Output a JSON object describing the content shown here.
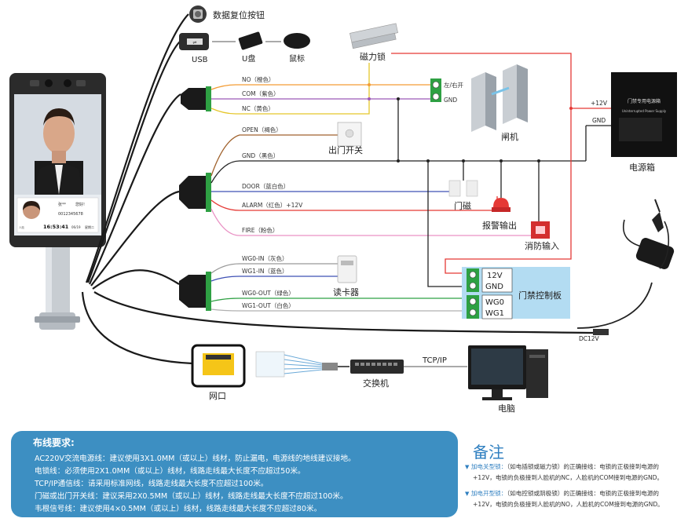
{
  "colors": {
    "orange": "#f39c34",
    "purple": "#9b59b6",
    "yellow": "#e5c62a",
    "brown": "#a0622d",
    "black": "#222222",
    "blue": "#3f51b5",
    "red": "#e53935",
    "pink": "#e991c4",
    "gray": "#999999",
    "green": "#2ea043",
    "white_wire": "#b0b0b0",
    "terminal": "#4caf50",
    "panel": "#b3dcf2",
    "accent": "#2f7fc0"
  },
  "device": {
    "name_label": "张**",
    "role_label": "您好!",
    "id_label": "0012345678",
    "time_label": "16:53:41",
    "date_label": "06/19",
    "day_label": "星期二",
    "tag_label": "人脸"
  },
  "peripherals": {
    "reset_button": "数据复位按钮",
    "usb": "USB",
    "udisk": "U盘",
    "mouse": "鼠标",
    "maglock": "磁力锁",
    "exit_switch": "出门开关",
    "door_sensor": "门磁",
    "alarm_output": "报警输出",
    "fire_input": "消防输入",
    "card_reader": "读卡器",
    "gate": "闸机",
    "power_box": "电源箱",
    "access_board": "门禁控制板",
    "network_port": "网口",
    "switch": "交换机",
    "computer": "电脑",
    "tcpip": "TCP/IP",
    "dc12v": "DC12V"
  },
  "gate_terminals": {
    "left_right": "左/右开",
    "gnd": "GND"
  },
  "power_terminals": {
    "plus12": "+12V",
    "gnd": "GND"
  },
  "power_panel": {
    "title": "门禁专用电源箱",
    "subtitle": "Uninterrupted Power Supply"
  },
  "board_terminals": {
    "t1": "12V",
    "t2": "GND",
    "t3": "WG0",
    "t4": "WG1"
  },
  "relay_wires": [
    {
      "label": "NO（橙色）",
      "color": "orange"
    },
    {
      "label": "COM（紫色）",
      "color": "purple"
    },
    {
      "label": "NC（黄色）",
      "color": "yellow"
    }
  ],
  "io_wires": [
    {
      "label": "OPEN（褐色）",
      "color": "brown"
    },
    {
      "label": "GND（黑色）",
      "color": "black"
    },
    {
      "label": "DOOR（蓝白色）",
      "color": "blue"
    },
    {
      "label": "ALARM（红色）+12V",
      "color": "red"
    },
    {
      "label": "FIRE（粉色）",
      "color": "pink"
    }
  ],
  "wg_wires": [
    {
      "label": "WG0-IN（灰色）",
      "color": "gray"
    },
    {
      "label": "WG1-IN（蓝色）",
      "color": "blue"
    },
    {
      "label": "WG0-OUT（绿色）",
      "color": "green"
    },
    {
      "label": "WG1-OUT（白色）",
      "color": "white_wire"
    }
  ],
  "wiring_requirements": {
    "title": "布线要求:",
    "lines": [
      "AC220V交流电源线：建议使用3X1.0MM（或以上）线材，防止漏电，电源线的地线建议接地。",
      "电锁线：必须使用2X1.0MM（或以上）线材，线路走线最大长度不应超过50米。",
      "TCP/IP通信线：请采用标准网线，线路走线最大长度不应超过100米。",
      "门磁或出门开关线：建议采用2X0.5MM（或以上）线材，线路走线最大长度不应超过100米。",
      "韦根信号线：建议使用4×0.5MM（或以上）线材，线路走线最大长度不应超过80米。"
    ]
  },
  "notes": {
    "title": "备注",
    "items": [
      {
        "keyword": "加电关型锁：",
        "line1": "（如电插锁或磁力锁）的正确接线：电锁的正极接到电源的",
        "line2": "+12V，电锁的负极接到人脸机的NC，人脸机的COM接到电源的GND。"
      },
      {
        "keyword": "加电开型锁：",
        "line1": "（如电控锁或阴极锁）的正确接线：电锁的正极接到电源的",
        "line2": "+12V，电锁的负极接到人脸机的NO，人脸机的COM接到电源的GND。"
      }
    ]
  }
}
